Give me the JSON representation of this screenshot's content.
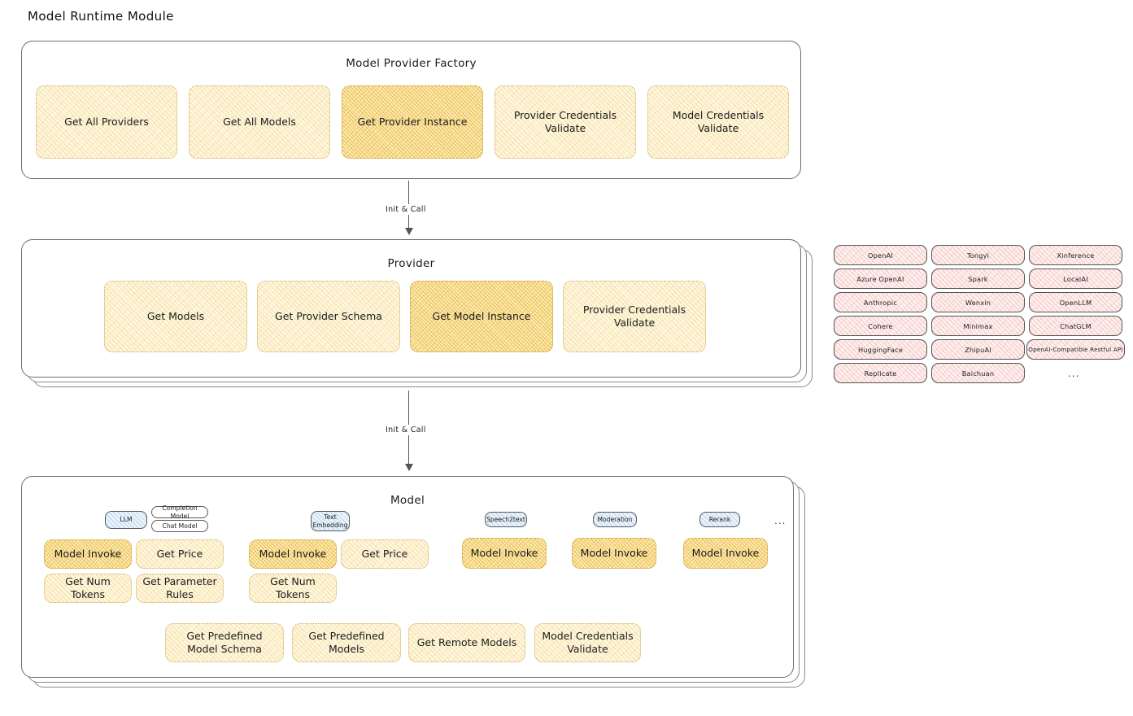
{
  "page": {
    "title": "Model Runtime Module"
  },
  "colors": {
    "fill_yellow": "#fdf6e3",
    "fill_yellow_strong": "#fbeec2",
    "fill_pink": "#fdf0ef",
    "fill_blue": "#eaf3fb",
    "stroke": "#6d6d6d",
    "box_border": "#cfae62"
  },
  "factory": {
    "title": "Model Provider Factory",
    "boxes": [
      {
        "label": "Get All Providers",
        "highlighted": false
      },
      {
        "label": "Get All Models",
        "highlighted": false
      },
      {
        "label": "Get Provider Instance",
        "highlighted": true
      },
      {
        "label": "Provider Credentials Validate",
        "highlighted": false
      },
      {
        "label": "Model Credentials Validate",
        "highlighted": false
      }
    ]
  },
  "arrow_factory_to_provider": {
    "label": "Init & Call"
  },
  "provider": {
    "title": "Provider",
    "boxes": [
      {
        "label": "Get Models",
        "highlighted": false
      },
      {
        "label": "Get Provider Schema",
        "highlighted": false
      },
      {
        "label": "Get Model Instance",
        "highlighted": true
      },
      {
        "label": "Provider Credentials Validate",
        "highlighted": false
      }
    ]
  },
  "arrow_provider_to_model": {
    "label": "Init & Call"
  },
  "provider_list": {
    "columns": [
      [
        "OpenAI",
        "Azure OpenAI",
        "Anthropic",
        "Cohere",
        "HuggingFace",
        "Replicate"
      ],
      [
        "Tongyi",
        "Spark",
        "Wenxin",
        "Minimax",
        "ZhipuAI",
        "Baichuan"
      ],
      [
        "Xinference",
        "LocalAI",
        "OpenLLM",
        "ChatGLM",
        "OpenAI-Compatible Restful API"
      ]
    ],
    "more": "..."
  },
  "model": {
    "title": "Model",
    "more": "...",
    "types": [
      {
        "tag": "LLM",
        "subtags": [
          "Completion Model",
          "Chat Model"
        ],
        "boxes": [
          {
            "label": "Model Invoke",
            "highlighted": true
          },
          {
            "label": "Get Price",
            "highlighted": false
          },
          {
            "label": "Get Num Tokens",
            "highlighted": false
          },
          {
            "label": "Get Parameter Rules",
            "highlighted": false
          }
        ]
      },
      {
        "tag": "Text\nEmbedding",
        "subtags": [],
        "boxes": [
          {
            "label": "Model Invoke",
            "highlighted": true
          },
          {
            "label": "Get Price",
            "highlighted": false
          },
          {
            "label": "Get Num Tokens",
            "highlighted": false
          }
        ]
      },
      {
        "tag": "Speech2text",
        "subtags": [],
        "boxes": [
          {
            "label": "Model Invoke",
            "highlighted": true
          }
        ]
      },
      {
        "tag": "Moderation",
        "subtags": [],
        "boxes": [
          {
            "label": "Model Invoke",
            "highlighted": true
          }
        ]
      },
      {
        "tag": "Rerank",
        "subtags": [],
        "boxes": [
          {
            "label": "Model Invoke",
            "highlighted": true
          }
        ]
      }
    ],
    "common_boxes": [
      {
        "label": "Get Predefined Model Schema"
      },
      {
        "label": "Get Predefined Models"
      },
      {
        "label": "Get Remote Models"
      },
      {
        "label": "Model Credentials Validate"
      }
    ]
  }
}
